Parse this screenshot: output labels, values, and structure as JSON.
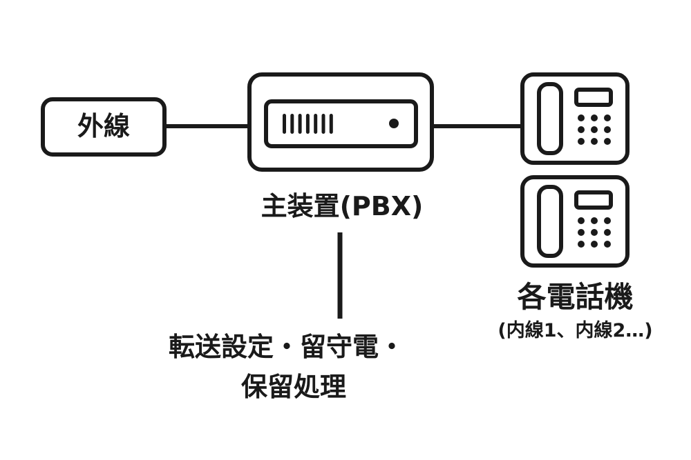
{
  "nodes": {
    "external_line": {
      "label": "外線"
    },
    "pbx": {
      "label": "主装置(PBX)"
    },
    "phones": {
      "label": "各電話機",
      "sublabel": "(内線1、内線2…)"
    },
    "functions": {
      "line1": "転送設定・留守電・",
      "line2": "保留処理"
    }
  },
  "colors": {
    "stroke": "#1a1a1a",
    "background": "#ffffff"
  }
}
